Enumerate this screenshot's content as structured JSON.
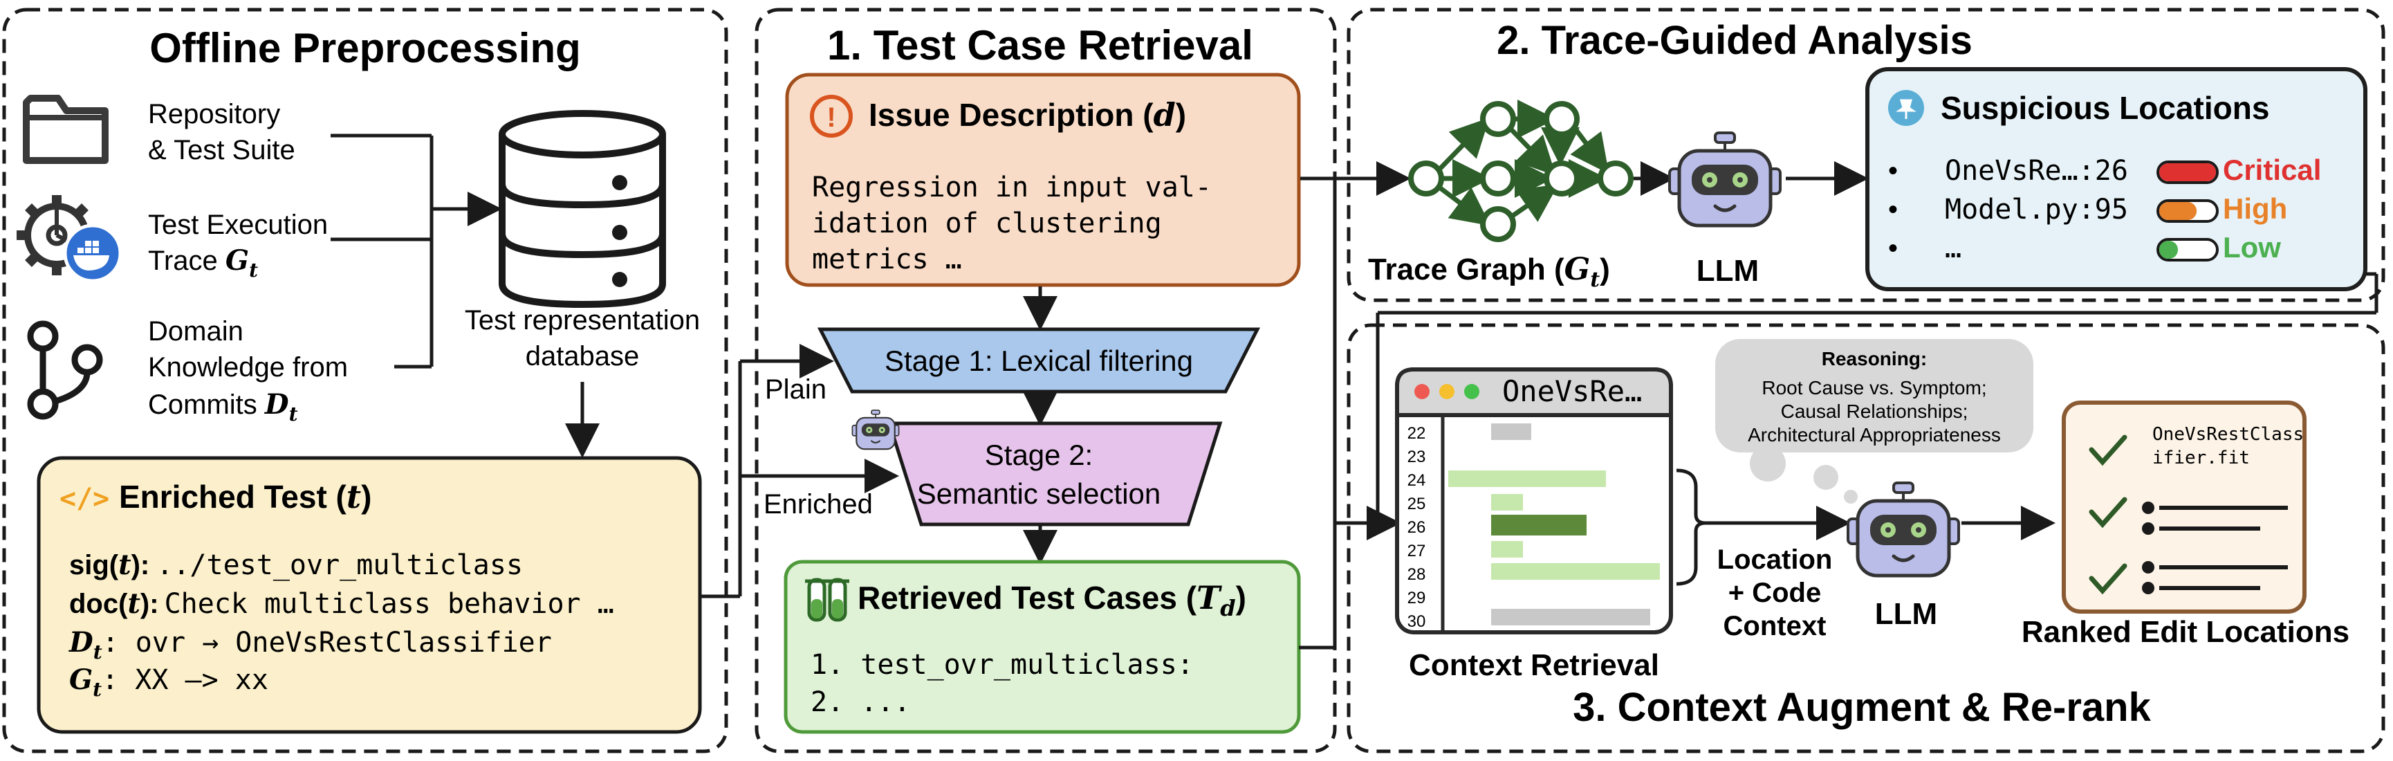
{
  "panels": {
    "offline": {
      "title": "Offline Preprocessing",
      "repo_label_1": "Repository",
      "repo_label_2": "& Test Suite",
      "trace_label_1": "Test Execution",
      "trace_label_2": "Trace",
      "trace_var": "G",
      "trace_sub": "t",
      "domain_label_1": "Domain",
      "domain_label_2": "Knowledge from",
      "domain_label_3": "Commits",
      "domain_var": "D",
      "domain_sub": "t",
      "db_label_1": "Test representation",
      "db_label_2": "database"
    },
    "enriched": {
      "title": "Enriched Test (",
      "title_var": "t",
      "title_close": ")",
      "code_icon": "</>",
      "sig_key": "sig(",
      "sig_var": "t",
      "sig_close": "):",
      "sig_val": "../test_ovr_multiclass",
      "doc_key": "doc(",
      "doc_var": "t",
      "doc_close": "):",
      "doc_val": "Check multiclass behavior …",
      "dt_var": "D",
      "dt_sub": "t",
      "dt_val": ": ovr → OneVsRestClassifier",
      "gt_var": "G",
      "gt_sub": "t",
      "gt_val": ": XX –> xx"
    },
    "retrieval": {
      "title": "1. Test Case Retrieval",
      "issue_title": "Issue Description (",
      "issue_var": "d",
      "issue_close": ")",
      "issue_icon": "!",
      "issue_text": [
        "Regression in input val-",
        "idation of clustering",
        "metrics …"
      ],
      "stage1": "Stage 1: Lexical filtering",
      "stage2_1": "Stage 2:",
      "stage2_2": "Semantic selection",
      "plain": "Plain",
      "enriched": "Enriched",
      "retrieved_title": "Retrieved Test Cases (",
      "retrieved_var": "T",
      "retrieved_sub": "d",
      "retrieved_close": ")",
      "retrieved_items": [
        "1. test_ovr_multiclass:",
        "2. ..."
      ]
    },
    "trace": {
      "title": "2. Trace-Guided Analysis",
      "graph_label": "Trace Graph (",
      "graph_var": "G",
      "graph_sub": "t",
      "graph_close": ")",
      "llm": "LLM",
      "suspicious_title": "Suspicious Locations",
      "bullet": "•",
      "locations": [
        {
          "name": "OneVsRe…:26",
          "level": "Critical",
          "color": "#e03131",
          "fill": 1.0
        },
        {
          "name": "Model.py:95",
          "level": "High",
          "color": "#e8822a",
          "fill": 0.66
        },
        {
          "name": "…",
          "level": "Low",
          "color": "#4caf50",
          "fill": 0.33
        }
      ]
    },
    "rerank": {
      "title": "3. Context Augment & Re-rank",
      "editor_title": "OneVsRe…",
      "line_numbers": [
        "22",
        "23",
        "24",
        "25",
        "26",
        "27",
        "28",
        "29",
        "30"
      ],
      "context_label": "Context Retrieval",
      "reasoning_title": "Reasoning:",
      "reasoning_lines": [
        "Root Cause vs. Symptom;",
        "Causal Relationships;",
        "Architectural Appropriateness"
      ],
      "location_label_1": "Location",
      "location_label_2": "+ Code",
      "location_label_3": "Context",
      "llm": "LLM",
      "ranked_item_1": "OneVsRestClass",
      "ranked_item_2": "ifier.fit",
      "ranked_label": "Ranked Edit Locations"
    }
  },
  "colors": {
    "issue_bg": "#f8dcc7",
    "issue_border": "#a14f1c",
    "issue_icon": "#d9541e",
    "enriched_bg": "#fbf0cb",
    "enriched_icon": "#f0a020",
    "stage1_bg": "#a9c8ec",
    "stage2_bg": "#e6c3ea",
    "retrieved_bg": "#dff2d6",
    "retrieved_border": "#4f9a3a",
    "suspicious_bg": "#e6f2f7",
    "suspicious_border": "#1f1f1f",
    "pin_icon": "#5aaed6",
    "graph_green": "#2e5f2a",
    "robot_body": "#b9bde8",
    "ranked_bg": "#fdf3e6",
    "ranked_border": "#8a5a33",
    "check_color": "#2d5a27",
    "reasoning_bg": "#d8d8d8",
    "code_light": "#c6e8ac",
    "code_dark": "#5c8a3a",
    "code_gray": "#c8c8c8",
    "dot_red": "#ee5a52",
    "dot_yellow": "#f5bf2e",
    "dot_green": "#44c14a"
  },
  "icons": [
    "folder-icon",
    "gear-docker-icon",
    "git-branch-icon",
    "database-icon",
    "code-icon",
    "warning-icon",
    "robot-icon",
    "test-tubes-icon",
    "pin-icon",
    "checkmark-icon"
  ]
}
